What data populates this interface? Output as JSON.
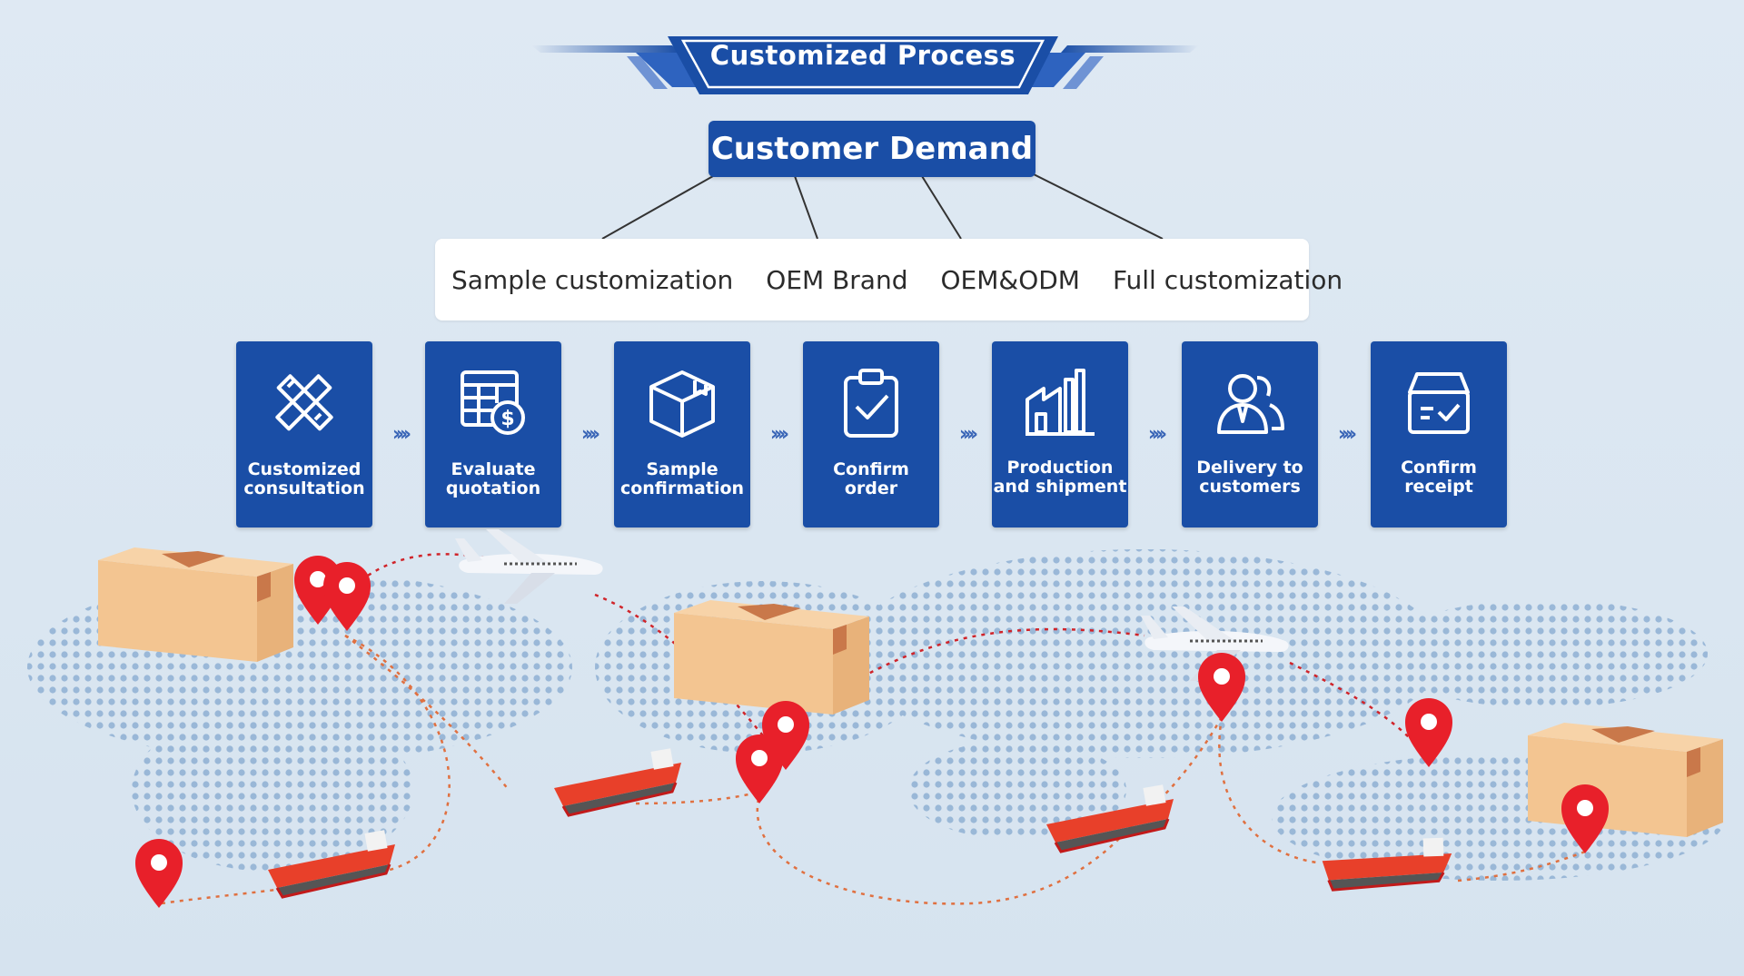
{
  "title": "Customized Process",
  "demand": "Customer Demand",
  "options": [
    "Sample customization",
    "OEM Brand",
    "OEM&ODM",
    "Full customization"
  ],
  "steps": [
    {
      "label1": "Customized",
      "label2": "consultation",
      "icon": "tools-icon"
    },
    {
      "label1": "Evaluate",
      "label2": "quotation",
      "icon": "quotation-icon"
    },
    {
      "label1": "Sample",
      "label2": "confirmation",
      "icon": "box-icon"
    },
    {
      "label1": "Confirm",
      "label2": "order",
      "icon": "clipboard-check-icon"
    },
    {
      "label1": "Production",
      "label2": "and shipment",
      "icon": "factory-icon"
    },
    {
      "label1": "Delivery to",
      "label2": "customers",
      "icon": "users-icon"
    },
    {
      "label1": "Confirm",
      "label2": "receipt",
      "icon": "receipt-box-icon"
    }
  ],
  "arrow_glyph": "››››",
  "colors": {
    "primary": "#1a4ea6",
    "pin": "#e8202a",
    "route": "#e07040",
    "box": "#f3c591"
  }
}
